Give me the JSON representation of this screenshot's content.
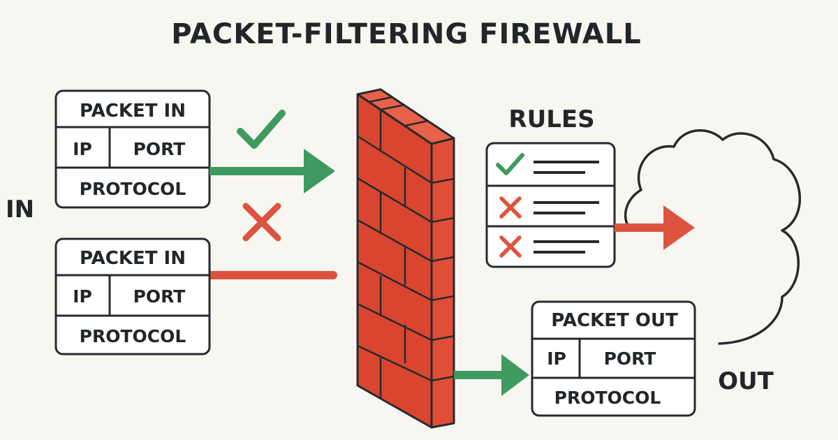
{
  "title": "PACKET-FILTERING FIREWALL",
  "side_labels": {
    "in": "IN",
    "out": "OUT"
  },
  "packet_allowed": {
    "title": "PACKET IN",
    "ip": "IP",
    "port": "PORT",
    "protocol": "PROTOCOL"
  },
  "packet_blocked": {
    "title": "PACKET IN",
    "ip": "IP",
    "port": "PORT",
    "protocol": "PROTOCOL"
  },
  "packet_out": {
    "title": "PACKET OUT",
    "ip": "IP",
    "port": "PORT",
    "protocol": "PROTOCOL"
  },
  "rules": {
    "title": "RULES",
    "entries": [
      {
        "status": "allow",
        "icon": "check-icon"
      },
      {
        "status": "deny",
        "icon": "cross-icon"
      },
      {
        "status": "deny",
        "icon": "cross-icon"
      }
    ]
  },
  "colors": {
    "allow": "#3e9a5f",
    "deny": "#dc5440",
    "wall": "#e24d38",
    "outline": "#262a2d",
    "background": "#f8f6f1"
  }
}
